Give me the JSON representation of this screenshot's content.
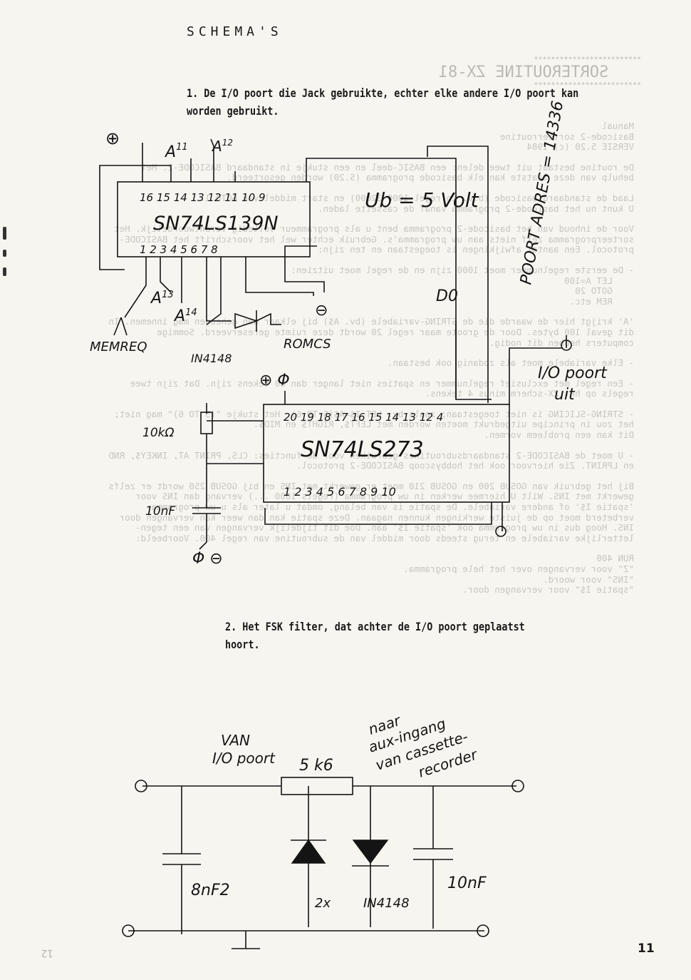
{
  "title": "SCHEMA'S",
  "caption_1": "1. De I/O poort die Jack gebruikte, echter elke andere I/O poort kan worden gebruikt.",
  "caption_2": "2. Het FSK filter, dat achter de I/O poort geplaatst hoort.",
  "page_number": "11",
  "schematic_1": {
    "plus_symbol": "⊕",
    "a11": "A",
    "a11_sub": "11",
    "a12": "A",
    "a12_sub": "12",
    "ic1_pins_top": "16 15 14 13 12 11 10 9",
    "ic1_name": "SN74LS139N",
    "ic1_pins_bottom": "1  2 3  4 5  6 7  8",
    "ub_label": "Ub = 5 Volt",
    "poort_adres": "POORT ADRES = 14336",
    "do_label": "D0",
    "a13": "A",
    "a13_sub": "13",
    "a14": "A",
    "a14_sub": "14",
    "mreq": "MEMREQ",
    "diode_1": "IN4148",
    "romcs": "ROMCS",
    "minus_symbol": "⊖",
    "plus_phi": "⊕ Φ",
    "io_poort_uit_1": "I/O poort",
    "io_poort_uit_2": "uit",
    "resistor": "10kΩ",
    "ic2_pins_top": "20 19 18 17 16 15 14 13 12 4",
    "ic2_name": "SN74LS273",
    "ic2_pins_bottom": "1  2  3  4  5  6  7  8  9  10",
    "capacitor": "10nF",
    "phi_minus": "Φ ⊖"
  },
  "schematic_2": {
    "van_1": "VAN",
    "van_2": "I/O poort",
    "resistor": "5 k6",
    "naar_1": "naar",
    "naar_2": "aux-ingang",
    "naar_3": "van cassette-",
    "naar_4": "recorder",
    "cap_left": "8nF2",
    "cap_right": "10nF",
    "diode_count": "2x",
    "diode_type": "IN4148"
  },
  "ghost_text": {
    "heading_bar": "*************************",
    "heading": "SORTEROUTINE ZX-81",
    "paragraphs": [
      "Manual\nBasicode-2 sorteerroutine\nVERSIE 5.20 (c) 1984",
      "De routine bestaat uit twee delen: een BASIC-deel en een stukje in standaard BASICODE-2. Met behulp van deze laatste kan elk basicode programma (S.20) worden gesorteerd.",
      "Laad de standaard basicode (b.v. in regel 1000-32000) en start middel van GOTO 1.\nU kunt nu het basicode-2 programma vanaf de cassette laden.",
      "Voor de inhoud van het basicode-2 programma bent u als programmeur volledig verantwoordelijk. Het sorteerprogramma zelf niets aan uw programma's. Gebruik echter wel het voorschrift het BASICODE-protocol. Een aantal afwijkingen is toegestaan en ten zijn:",
      "- De eerste regelnummer moet 1000 zijn en de regel moet uitzien:\n    LET A=100\n    GOTO 20\n    REM etc.",
      "'A' krijgt hier de waarde die de STRING-variabele (bv. A$) bij elkaar aan geheugen mag innemen. In dit geval 100 bytes. Door de groote maar regel 20 wordt deze ruimte gereserveerd. Sommige computers hebben dit nodig.",
      "- Elke variabele moet als zodanig ook bestaan.",
      "- Een regel met exclusief regelnummer en spaties niet langer dan 60 tekens zijn. Dat zijn twee regels op het ZX-scherm minus 4 tekens.",
      "- STRING-SLICING is niet toegestaan; zoals bv. LET I$=A$(5 TO 6). Het stukje \"(5 TO 6)\" mag niet; het zou in principe uitgedrukt moeten worden met LEFT$, RIGHT$ en MID$.\nDit kan een probleem vormen.",
      "- U moet de BASICODE-2 standaardsubroutines gebruiken voor de functies: CLS, PRINT AT, INKEY$, RND en LPRINT. Zie hiervoor ook het hobbyscoop BASICODE-2 protocol.",
      "Bij het gebruik van GOSUB 200 en GOSUB 210 moet er gewerkt met INS en bij GOSUB 250 wordt er zelfs gewerkt met INS. Wilt U hiermee werken in uw programma (regels 1000 ...) vervang dan INS voor 'spatie I$' of andere variabele. De spatie is van belang, omdat u later als u uw programma verbeterd moet op de juiste werkingen kunnen nagaan. Deze spatie kan dan weer kan vervangen door INS. Hoog dus in uw programma ook 'spatie I$' aan. Doe dit tijdelijk vervangen van een tegen-letterlijke variabele en terug steeds door middel van de subroutine van regel 400. Voorbeeld:",
      "RUN 400\n\"Z\" voor vervangen over het hele programma.\n\"INS\" voor woord.\n\"spatie I$\" voor vervangen door."
    ],
    "page_number": "12"
  }
}
